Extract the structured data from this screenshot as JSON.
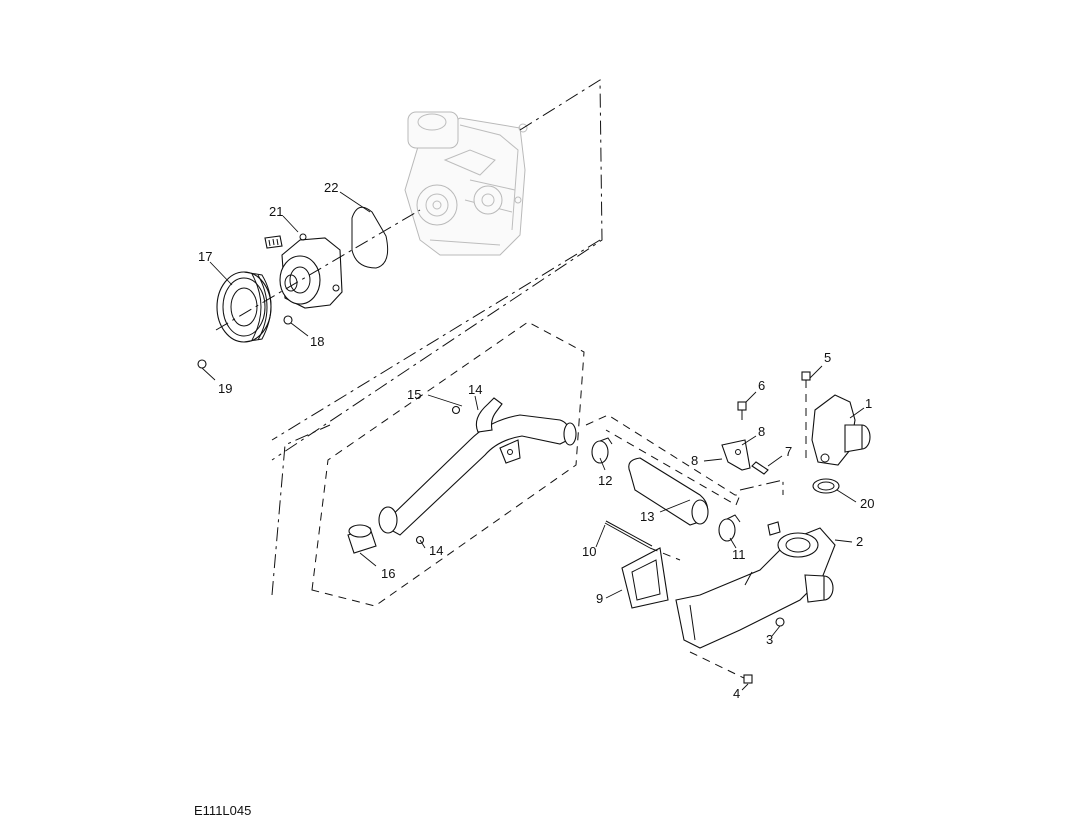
{
  "diagram": {
    "reference_code": "E111L045",
    "callouts": {
      "c1": "1",
      "c2": "2",
      "c3": "3",
      "c4": "4",
      "c5": "5",
      "c6": "6",
      "c7": "7",
      "c8a": "8",
      "c8b": "8",
      "c9": "9",
      "c10": "10",
      "c11": "11",
      "c12": "12",
      "c13": "13",
      "c14a": "14",
      "c14b": "14",
      "c15": "15",
      "c16": "16",
      "c17": "17",
      "c18": "18",
      "c19": "19",
      "c20": "20",
      "c21": "21",
      "c22": "22"
    }
  }
}
